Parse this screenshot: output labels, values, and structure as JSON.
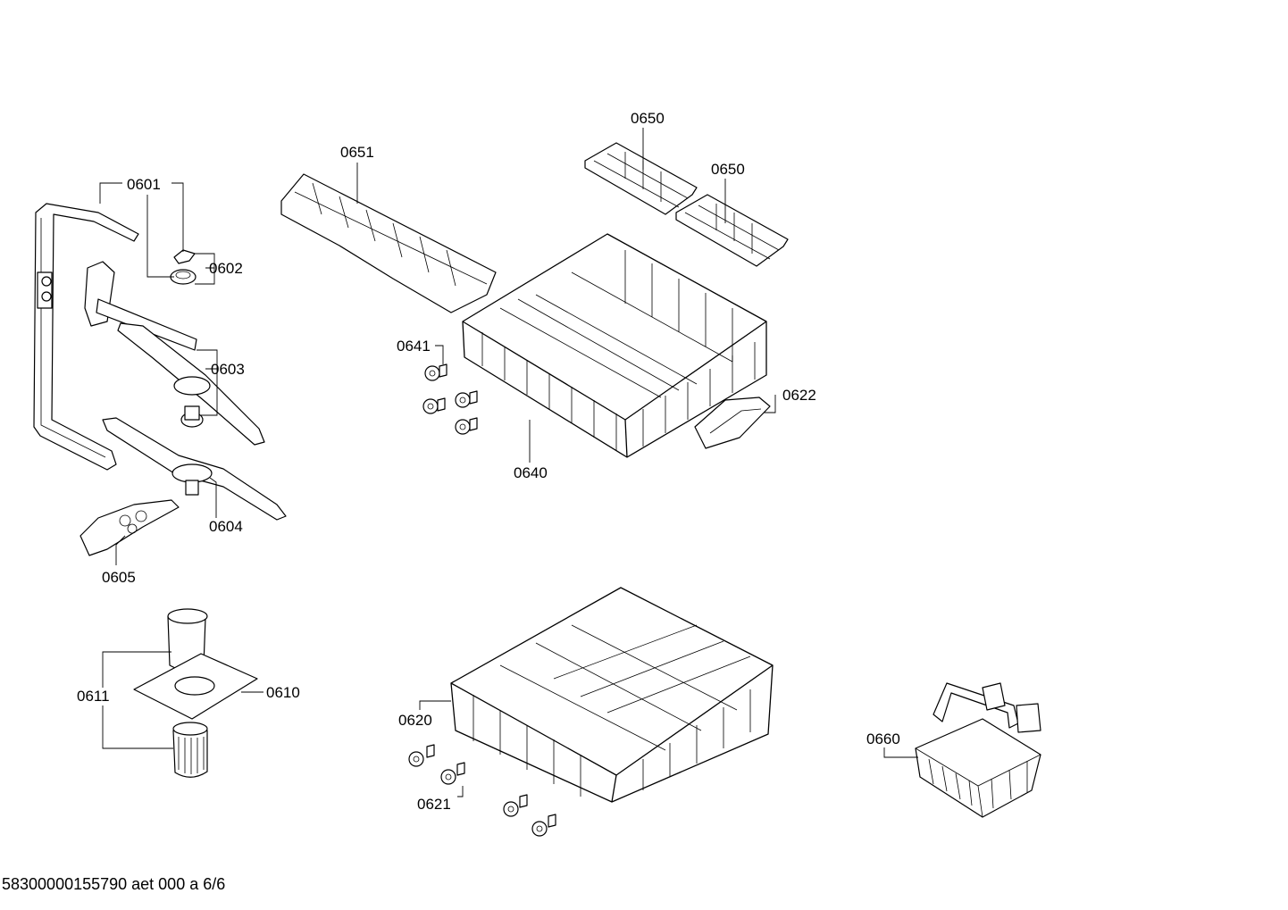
{
  "labels": {
    "p0601": "0601",
    "p0602": "0602",
    "p0603": "0603",
    "p0604": "0604",
    "p0605": "0605",
    "p0610": "0610",
    "p0611": "0611",
    "p0620": "0620",
    "p0621": "0621",
    "p0622": "0622",
    "p0640": "0640",
    "p0641": "0641",
    "p0650a": "0650",
    "p0650b": "0650",
    "p0651": "0651",
    "p0660": "0660"
  },
  "footer": "58300000155790 aet 000 a 6/6"
}
